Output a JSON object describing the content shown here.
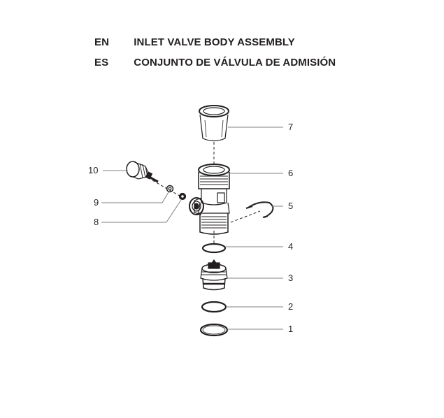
{
  "header": {
    "rows": [
      {
        "lang": "EN",
        "title": "INLET VALVE BODY ASSEMBLY"
      },
      {
        "lang": "ES",
        "title": "CONJUNTO DE VÁLVULA DE ADMISIÓN"
      }
    ]
  },
  "callouts": [
    {
      "id": "1",
      "label": "1"
    },
    {
      "id": "2",
      "label": "2"
    },
    {
      "id": "3",
      "label": "3"
    },
    {
      "id": "4",
      "label": "4"
    },
    {
      "id": "5",
      "label": "5"
    },
    {
      "id": "6",
      "label": "6"
    },
    {
      "id": "7",
      "label": "7"
    },
    {
      "id": "8",
      "label": "8"
    },
    {
      "id": "9",
      "label": "9"
    },
    {
      "id": "10",
      "label": "10"
    }
  ],
  "colors": {
    "ink": "#231f20",
    "leader": "#808080"
  }
}
